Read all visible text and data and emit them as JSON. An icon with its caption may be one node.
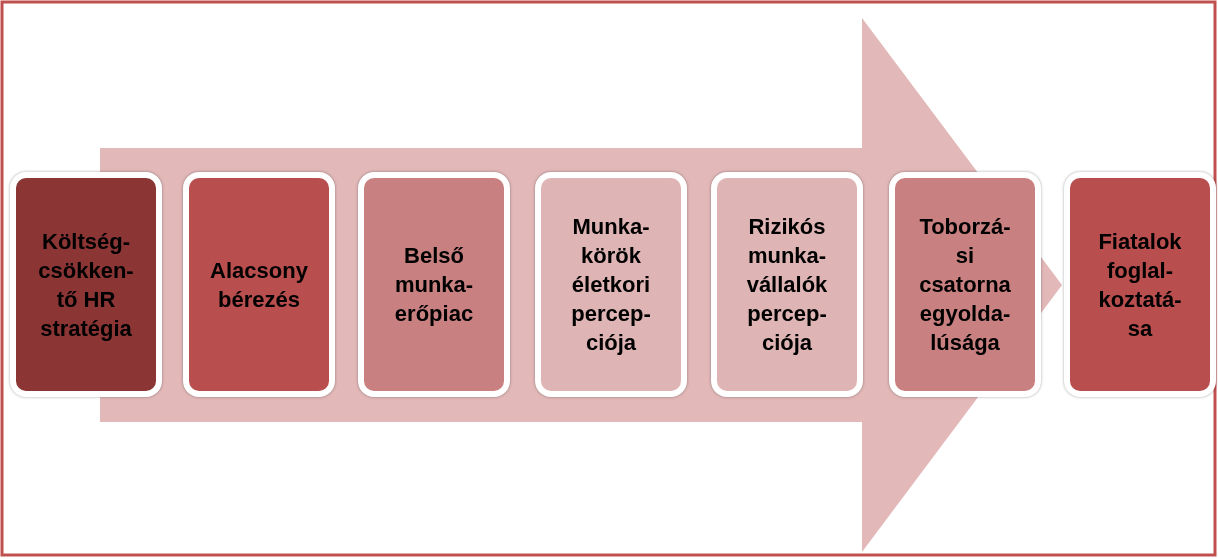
{
  "diagram": {
    "nodes": [
      {
        "text": [
          "Költség- csökken- tő HR stratégia"
        ]
      },
      {
        "text": [
          "Alacsony bérezés"
        ]
      },
      {
        "text": [
          "Belső munka- erőpiac"
        ]
      },
      {
        "text": [
          "Munka- körök életkori percep- ciója"
        ]
      },
      {
        "text": [
          "Rizikós munka- vállalók percep- ciója"
        ]
      },
      {
        "text": [
          "Toborzá- si csatorna egyolda- lúsága"
        ]
      },
      {
        "text": [
          "Fiatalok foglal- koztatá- sa"
        ]
      }
    ],
    "edges": [
      {
        "from": null,
        "to": 6,
        "arrow": "to",
        "style": "thick"
      }
    ]
  }
}
